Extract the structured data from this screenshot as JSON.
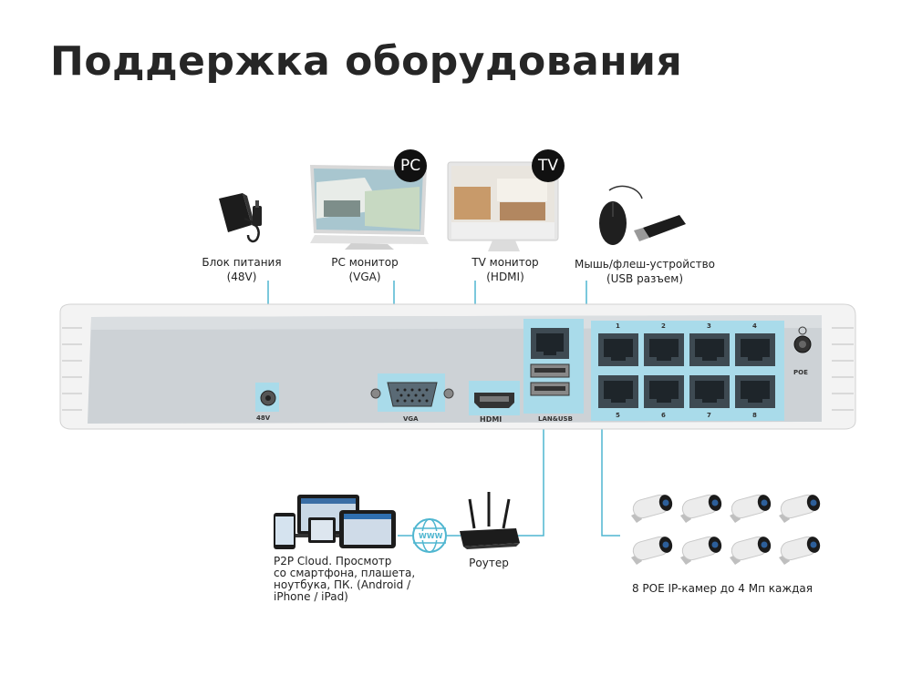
{
  "title": "Поддержка оборудования",
  "badges": {
    "pc": "PC",
    "tv": "TV"
  },
  "devices": {
    "power": {
      "line1": "Блок питания",
      "line2": "(48V)"
    },
    "pc_monitor": {
      "line1": "PC монитор",
      "line2": "(VGA)"
    },
    "tv_monitor": {
      "line1": "TV монитор",
      "line2": "(HDMI)"
    },
    "mouse_usb": {
      "line1": "Мышь/флеш-устройство",
      "line2": "(USB разъем)"
    },
    "router": {
      "label": "Роутер"
    },
    "cloud": {
      "line1": "P2P Cloud. Просмотр",
      "line2": "со смартфона, плашета,",
      "line3": "ноутбука, ПК. (Android /",
      "line4": "iPhone / iPad)"
    },
    "cameras": {
      "label": "8 POE IP-камер до 4 Мп каждая"
    }
  },
  "panel": {
    "port_48v": "48V",
    "port_vga": "VGA",
    "port_hdmi": "HDMI",
    "port_lan_usb": "LAN&USB",
    "port_poe": "POE",
    "poe_top_numbers": [
      "1",
      "2",
      "3",
      "4"
    ],
    "poe_bottom_numbers": [
      "5",
      "6",
      "7",
      "8"
    ]
  },
  "globe_text": "WWW",
  "colors": {
    "accent": "#4fb6d0",
    "highlight": "#a9dbea",
    "dark": "#262626"
  }
}
